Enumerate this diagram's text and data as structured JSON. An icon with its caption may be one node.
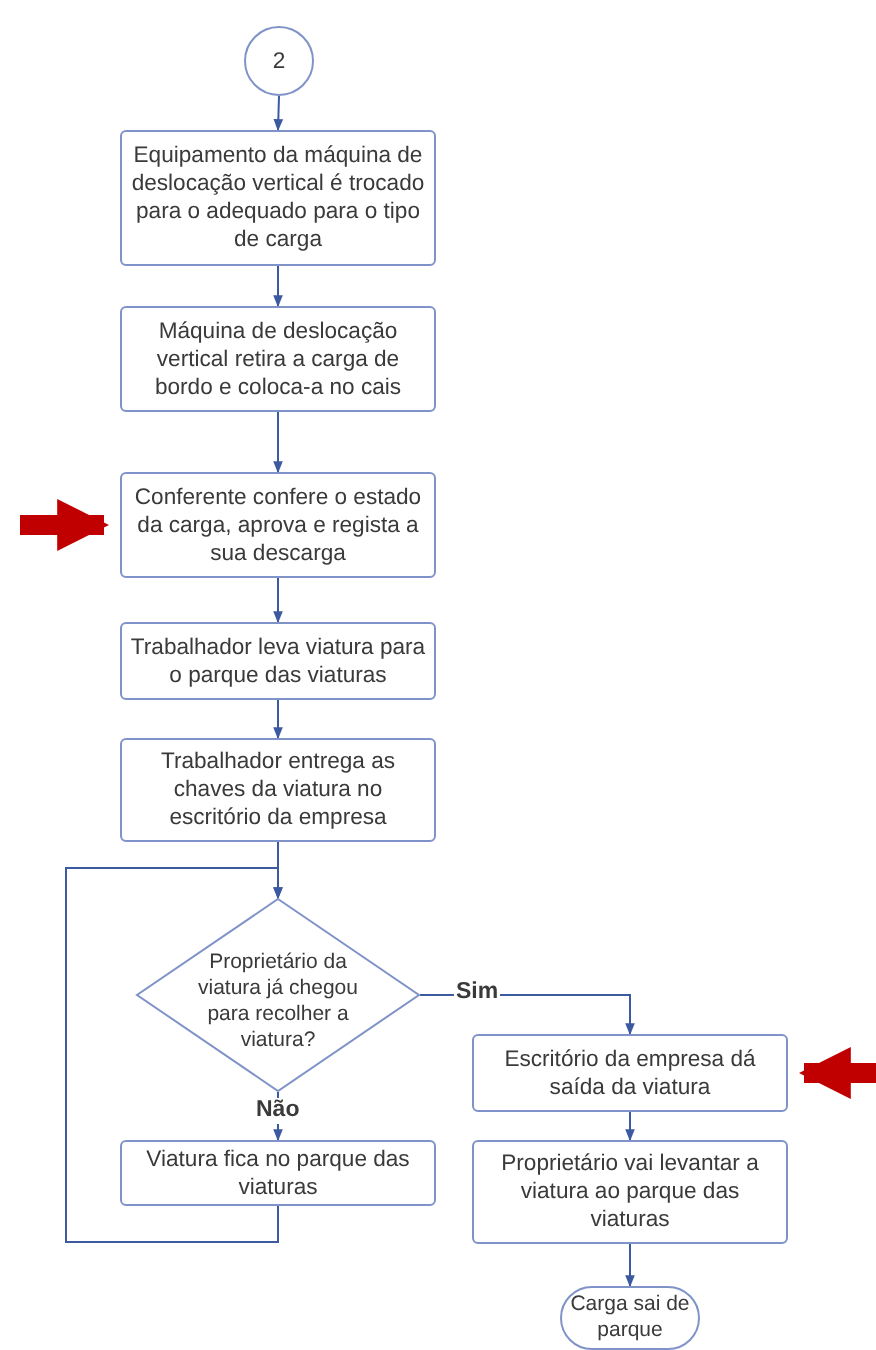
{
  "diagram": {
    "nodes": [
      {
        "text": [
          "2"
        ]
      },
      {
        "text": [
          "Equipamento da máquina de deslocação vertical é trocado para o adequado para o tipo de carga"
        ]
      },
      {
        "text": [
          "Máquina de deslocação vertical retira a carga de bordo e coloca-a no cais"
        ]
      },
      {
        "text": [
          "Conferente confere o estado da carga, aprova e regista a sua descarga"
        ]
      },
      {
        "text": [
          "Trabalhador leva viatura para o parque das viaturas"
        ]
      },
      {
        "text": [
          "Trabalhador entrega as chaves da viatura no escritório da empresa"
        ]
      },
      {
        "text": [
          "Proprietário da viatura já chegou para recolher a viatura?"
        ]
      },
      {
        "text": [
          "Viatura fica no parque das viaturas"
        ]
      },
      {
        "text": [
          "Escritório da empresa dá saída da viatura"
        ]
      },
      {
        "text": [
          "Proprietário vai levantar a viatura ao parque das viaturas"
        ]
      },
      {
        "text": [
          "Carga sai de parque"
        ]
      }
    ],
    "edges": [
      {
        "from": 0,
        "to": 1,
        "arrow": "to"
      },
      {
        "from": 1,
        "to": 2,
        "arrow": "to"
      },
      {
        "from": 2,
        "to": 3,
        "arrow": "to"
      },
      {
        "from": 3,
        "to": 4,
        "arrow": "to"
      },
      {
        "from": 4,
        "to": 5,
        "arrow": "to"
      },
      {
        "from": 5,
        "to": 6,
        "arrow": "to"
      },
      {
        "from": 6,
        "to": 8,
        "arrow": "to",
        "label": "Sim"
      },
      {
        "from": 6,
        "to": 7,
        "arrow": "to",
        "label": "Não"
      },
      {
        "from": 7,
        "to": 6,
        "arrow": "to"
      },
      {
        "from": 8,
        "to": 9,
        "arrow": "to"
      },
      {
        "from": 9,
        "to": 10,
        "arrow": "to"
      },
      {
        "from": null,
        "to": 3,
        "arrow": "to",
        "style": "thick",
        "color": "#c00000"
      },
      {
        "from": null,
        "to": 8,
        "arrow": "to",
        "style": "thick",
        "color": "#c00000"
      }
    ]
  }
}
